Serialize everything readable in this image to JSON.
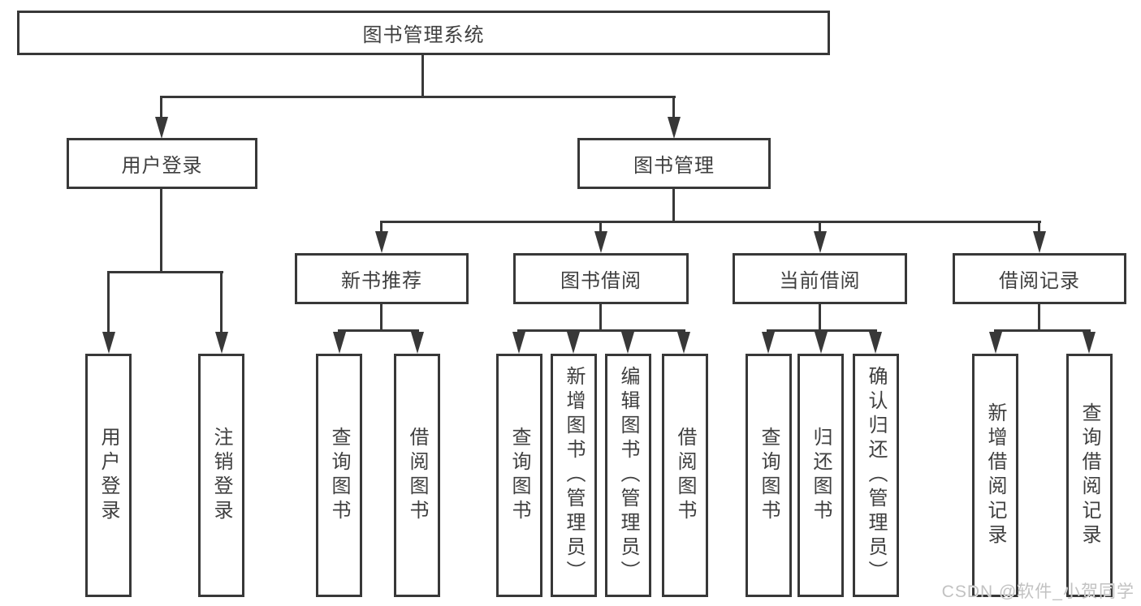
{
  "colors": {
    "line": "#383838",
    "text": "#3f3f3f",
    "background": "#ffffff",
    "watermark": "#c2c2c2"
  },
  "watermark": "CSDN @软件_小贺同学",
  "tree": {
    "root": {
      "label": "图书管理系统",
      "children": [
        {
          "label": "用户登录",
          "children": [
            {
              "label": "用户登录"
            },
            {
              "label": "注销登录"
            }
          ]
        },
        {
          "label": "图书管理",
          "children": [
            {
              "label": "新书推荐",
              "children": [
                {
                  "label": "查询图书"
                },
                {
                  "label": "借阅图书"
                }
              ]
            },
            {
              "label": "图书借阅",
              "children": [
                {
                  "label": "查询图书"
                },
                {
                  "label": "新增图书（管理员）"
                },
                {
                  "label": "编辑图书（管理员）"
                },
                {
                  "label": "借阅图书"
                }
              ]
            },
            {
              "label": "当前借阅",
              "children": [
                {
                  "label": "查询图书"
                },
                {
                  "label": "归还图书"
                },
                {
                  "label": "确认归还（管理员）"
                }
              ]
            },
            {
              "label": "借阅记录",
              "children": [
                {
                  "label": "新增借阅记录"
                },
                {
                  "label": "查询借阅记录"
                }
              ]
            }
          ]
        }
      ]
    }
  }
}
